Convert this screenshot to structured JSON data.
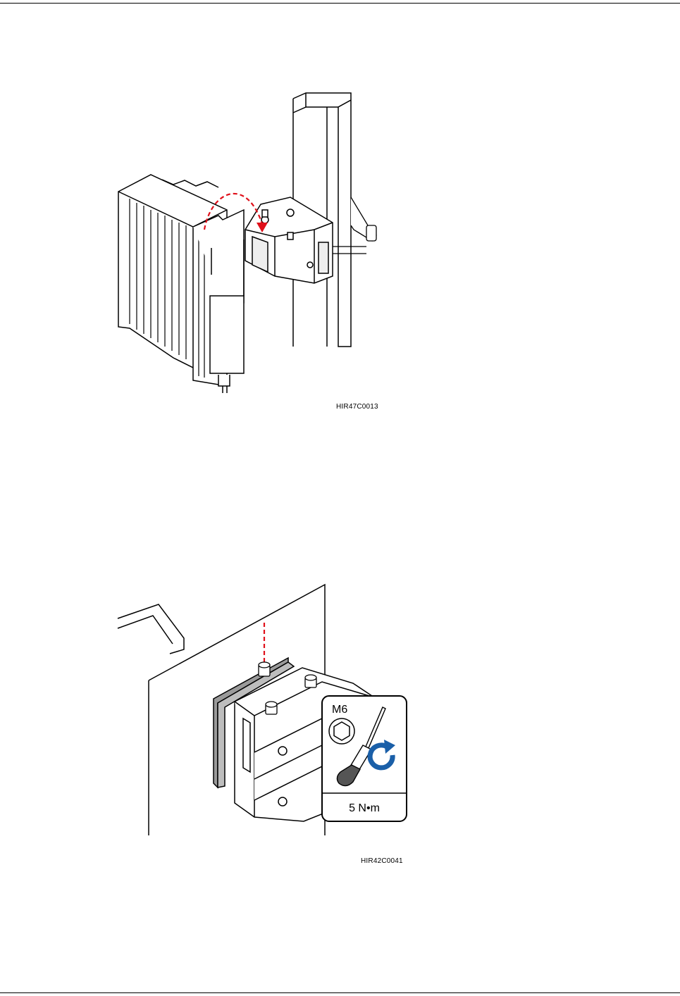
{
  "figures": [
    {
      "id": "fig1",
      "caption": "HIR47C0013"
    },
    {
      "id": "fig2",
      "caption": "HIR42C0041",
      "callout": {
        "bolt": "M6",
        "torque": "5 N•m"
      }
    }
  ],
  "colors": {
    "arrow": "#e0101a",
    "rotate_icon": "#1a5fa8",
    "bracket_gray": "#9a9a9a",
    "line": "#000000"
  }
}
